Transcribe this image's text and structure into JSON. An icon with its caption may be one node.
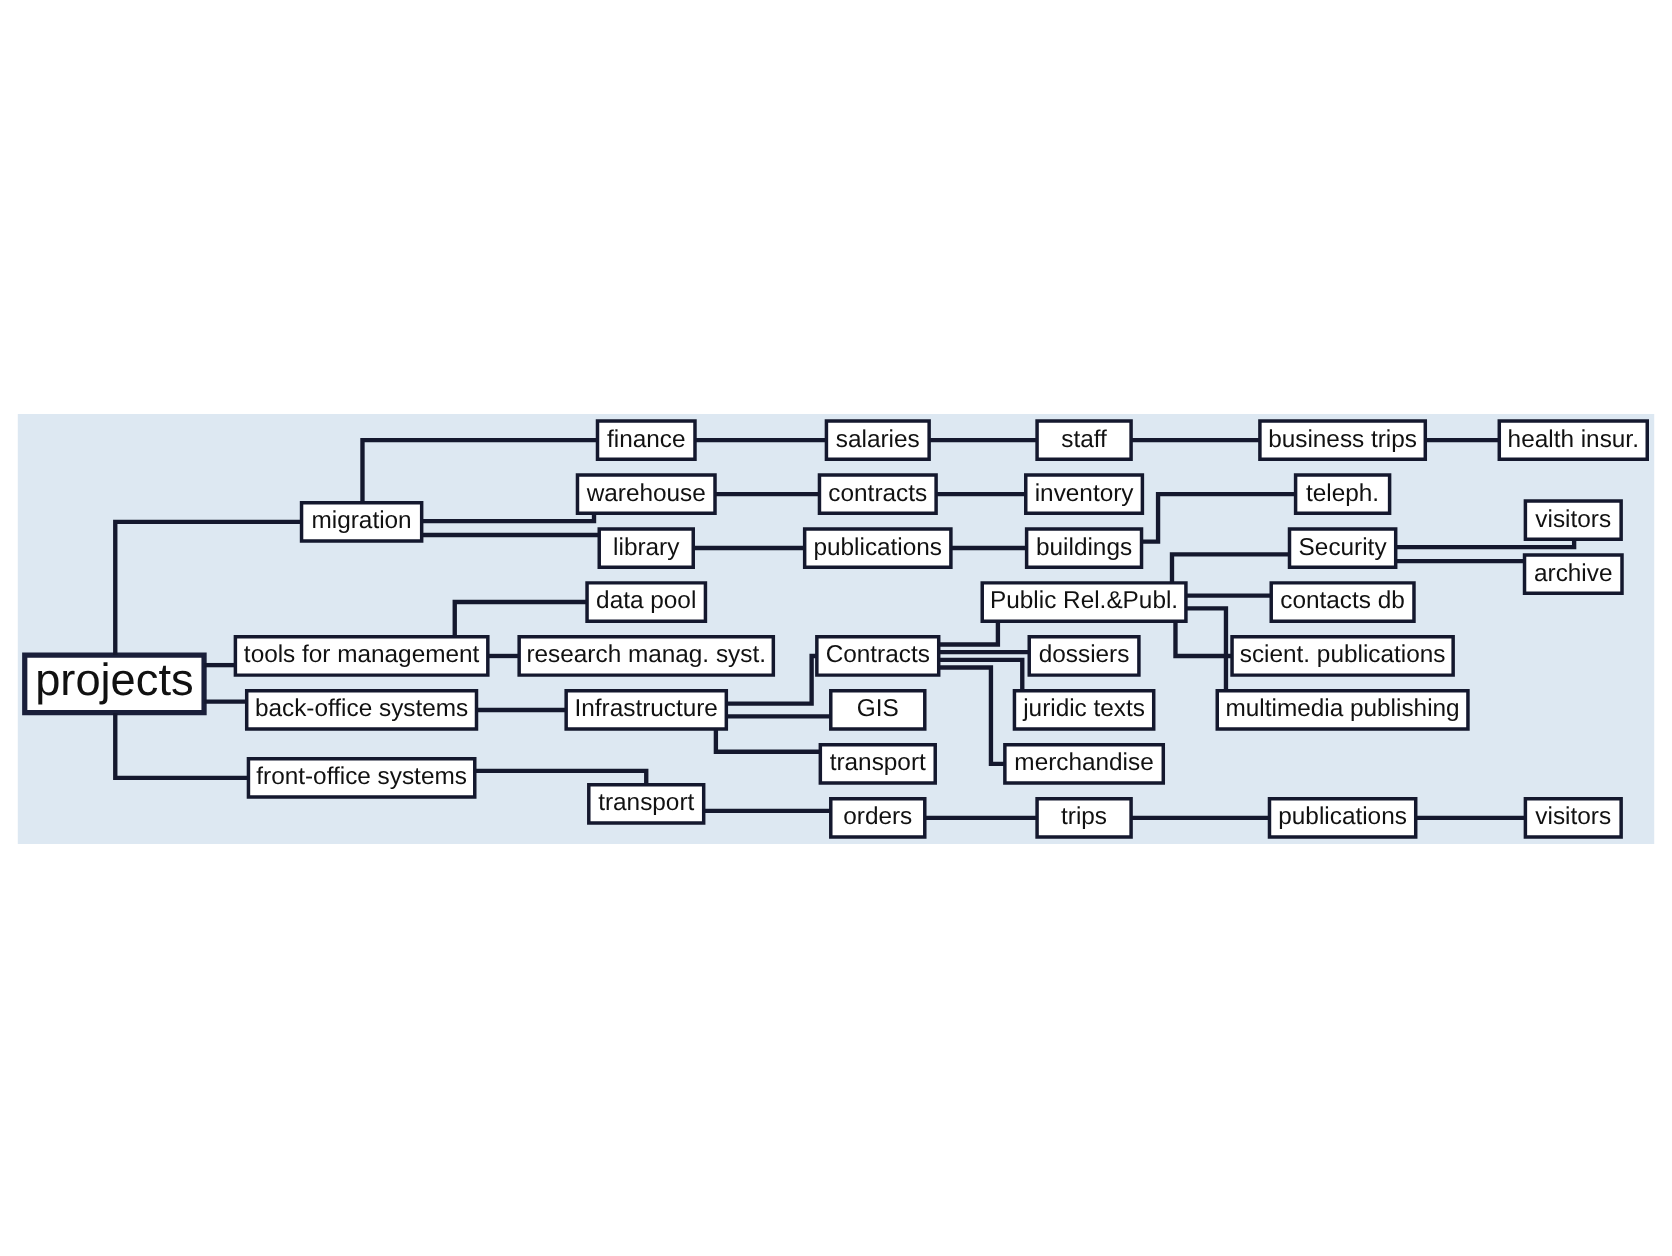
{
  "diagram": {
    "nodes": [
      {
        "text": [
          "projects"
        ]
      },
      {
        "text": [
          "migration"
        ]
      },
      {
        "text": [
          "finance"
        ]
      },
      {
        "text": [
          "salaries"
        ]
      },
      {
        "text": [
          "staff"
        ]
      },
      {
        "text": [
          "business trips"
        ]
      },
      {
        "text": [
          "health insur."
        ]
      },
      {
        "text": [
          "warehouse"
        ]
      },
      {
        "text": [
          "contracts"
        ]
      },
      {
        "text": [
          "inventory"
        ]
      },
      {
        "text": [
          "tools for management"
        ]
      },
      {
        "text": [
          "library"
        ]
      },
      {
        "text": [
          "publications"
        ]
      },
      {
        "text": [
          "buildings"
        ]
      },
      {
        "text": [
          "teleph."
        ]
      },
      {
        "text": [
          "data pool"
        ]
      },
      {
        "text": [
          "research manag. syst."
        ]
      },
      {
        "text": [
          "back-office systems"
        ]
      },
      {
        "text": [
          "Infrastructure"
        ]
      },
      {
        "text": [
          "Contracts"
        ]
      },
      {
        "text": [
          "Public Rel.&Publ."
        ]
      },
      {
        "text": [
          "Security"
        ]
      },
      {
        "text": [
          "GIS"
        ]
      },
      {
        "text": [
          "transport"
        ]
      },
      {
        "text": [
          "dossiers"
        ]
      },
      {
        "text": [
          "contacts db"
        ]
      },
      {
        "text": [
          "visitors"
        ]
      },
      {
        "text": [
          "juridic texts"
        ]
      },
      {
        "text": [
          "scient. publications"
        ]
      },
      {
        "text": [
          "archive"
        ]
      },
      {
        "text": [
          "merchandise"
        ]
      },
      {
        "text": [
          "multimedia publishing"
        ]
      },
      {
        "text": [
          "front-office systems"
        ]
      },
      {
        "text": [
          "transport"
        ]
      },
      {
        "text": [
          "orders"
        ]
      },
      {
        "text": [
          "trips"
        ]
      },
      {
        "text": [
          "publications"
        ]
      },
      {
        "text": [
          "visitors"
        ]
      }
    ],
    "edges": [
      {
        "from": 0,
        "to": 1,
        "arrow": "none"
      },
      {
        "from": 1,
        "to": 2,
        "arrow": "none"
      },
      {
        "from": 2,
        "to": 3,
        "arrow": "none"
      },
      {
        "from": 3,
        "to": 4,
        "arrow": "none"
      },
      {
        "from": 4,
        "to": 5,
        "arrow": "none"
      },
      {
        "from": 5,
        "to": 6,
        "arrow": "none"
      },
      {
        "from": 1,
        "to": 7,
        "arrow": "none"
      },
      {
        "from": 7,
        "to": 8,
        "arrow": "none"
      },
      {
        "from": 8,
        "to": 9,
        "arrow": "none"
      },
      {
        "from": 1,
        "to": 11,
        "arrow": "none"
      },
      {
        "from": 11,
        "to": 12,
        "arrow": "none"
      },
      {
        "from": 12,
        "to": 13,
        "arrow": "none"
      },
      {
        "from": 13,
        "to": 14,
        "arrow": "none"
      },
      {
        "from": 0,
        "to": 10,
        "arrow": "none"
      },
      {
        "from": 10,
        "to": 15,
        "arrow": "none"
      },
      {
        "from": 10,
        "to": 16,
        "arrow": "none"
      },
      {
        "from": 0,
        "to": 17,
        "arrow": "none"
      },
      {
        "from": 17,
        "to": 18,
        "arrow": "none"
      },
      {
        "from": 18,
        "to": 19,
        "arrow": "none"
      },
      {
        "from": 19,
        "to": 20,
        "arrow": "none"
      },
      {
        "from": 20,
        "to": 21,
        "arrow": "none"
      },
      {
        "from": 18,
        "to": 22,
        "arrow": "none"
      },
      {
        "from": 18,
        "to": 23,
        "arrow": "none"
      },
      {
        "from": 19,
        "to": 24,
        "arrow": "none"
      },
      {
        "from": 19,
        "to": 27,
        "arrow": "none"
      },
      {
        "from": 19,
        "to": 30,
        "arrow": "none"
      },
      {
        "from": 20,
        "to": 25,
        "arrow": "none"
      },
      {
        "from": 20,
        "to": 28,
        "arrow": "none"
      },
      {
        "from": 20,
        "to": 31,
        "arrow": "none"
      },
      {
        "from": 21,
        "to": 26,
        "arrow": "none"
      },
      {
        "from": 21,
        "to": 29,
        "arrow": "none"
      },
      {
        "from": 0,
        "to": 32,
        "arrow": "none"
      },
      {
        "from": 32,
        "to": 33,
        "arrow": "none"
      },
      {
        "from": 33,
        "to": 34,
        "arrow": "none"
      },
      {
        "from": 34,
        "to": 35,
        "arrow": "none"
      },
      {
        "from": 35,
        "to": 36,
        "arrow": "none"
      },
      {
        "from": 36,
        "to": 37,
        "arrow": "none"
      }
    ]
  }
}
